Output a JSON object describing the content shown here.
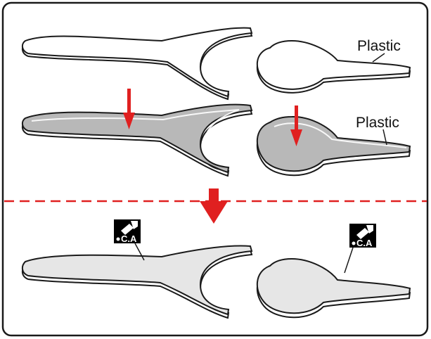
{
  "labels": {
    "plastic_top": "Plastic",
    "plastic_mid": "Plastic",
    "ca_left": "C.A",
    "ca_right": "C.A"
  },
  "colors": {
    "frame": "#1a1a1a",
    "shape_outline": "#1a1a1a",
    "glue_fill": "#b8b8b8",
    "finished_fill": "#e6e6e6",
    "arrow_red": "#e02020",
    "divider_red": "#e02020",
    "badge_black": "#000000"
  },
  "icons": [
    "down-arrow-icon",
    "glue-bottle-icon"
  ]
}
